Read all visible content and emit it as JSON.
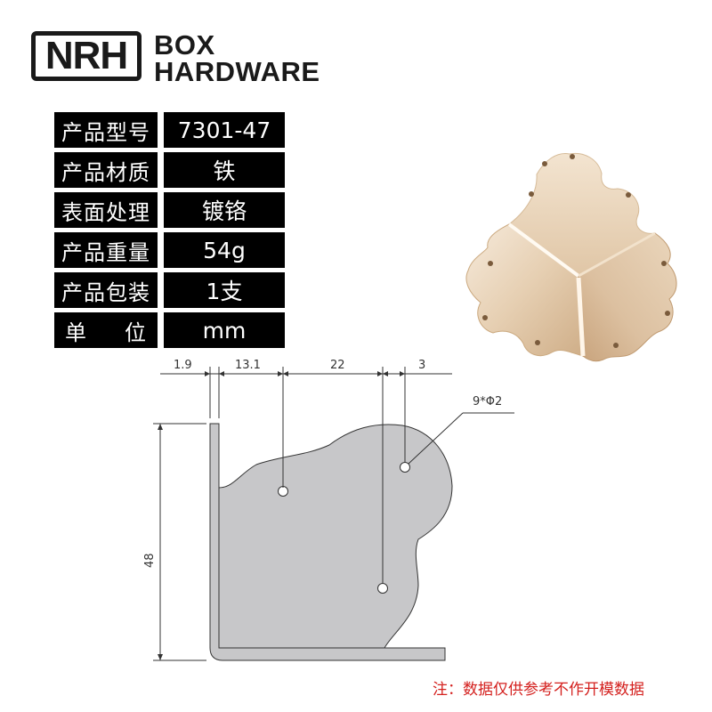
{
  "brand": {
    "logo": "NRH",
    "line1": "BOX",
    "line2": "HARDWARE"
  },
  "specs": [
    {
      "label": "产品型号",
      "value": "7301-47"
    },
    {
      "label": "产品材质",
      "value": "铁"
    },
    {
      "label": "表面处理",
      "value": "镀铬"
    },
    {
      "label": "产品重量",
      "value": "54g"
    },
    {
      "label": "产品包装",
      "value": "1支"
    },
    {
      "label_a": "单",
      "label_b": "位",
      "value": "mm"
    }
  ],
  "drawing": {
    "dim_1": "1.9",
    "dim_2": "13.1",
    "dim_3": "22",
    "dim_4": "3",
    "height": "48",
    "hole_callout": "9*Φ2"
  },
  "note": "注：数据仅供参考不作开模数据",
  "colors": {
    "table_bg": "#000000",
    "note": "#d4201e",
    "drawing_fill": "#c7c7c9",
    "product_metal": "#e8d3b8"
  }
}
